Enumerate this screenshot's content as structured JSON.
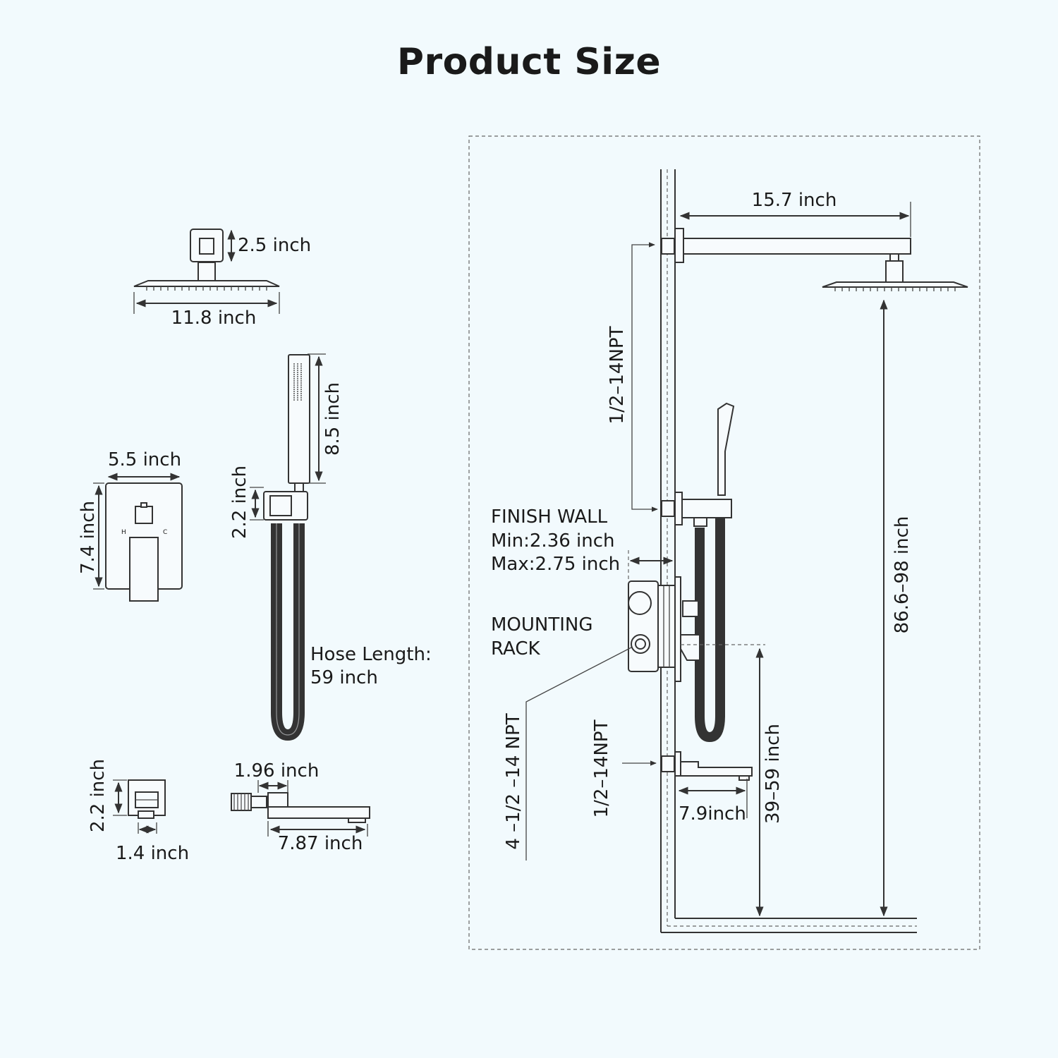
{
  "title": "Product Size",
  "shower_head": {
    "height": "2.5 inch",
    "width": "11.8 inch"
  },
  "hand_shower": {
    "length": "8.5 inch",
    "holder_height": "2.2 inch",
    "hose_label": "Hose Length:",
    "hose_value": "59 inch"
  },
  "trim_plate": {
    "width": "5.5 inch",
    "height": "7.4 inch",
    "hot_mark": "H",
    "cold_mark": "C"
  },
  "outlet_elbow": {
    "height": "2.2 inch",
    "width": "1.4 inch"
  },
  "tub_spout": {
    "inlet": "1.96 inch",
    "length": "7.87 inch"
  },
  "install": {
    "arm_length": "15.7 inch",
    "thread_upper": "1/2–14NPT",
    "thread_lower": "1/2–14NPT",
    "thread_valve": "4 –1/2 –14 NPT",
    "finish_wall_title": "FINISH WALL",
    "finish_wall_min": "Min:2.36 inch",
    "finish_wall_max": "Max:2.75 inch",
    "mounting_1": "MOUNTING",
    "mounting_2": "RACK",
    "spout_reach": "7.9inch",
    "valve_height": "39–59 inch",
    "head_height": "86.6–98 inch"
  },
  "colors": {
    "background": "#f2fafd",
    "line": "#333333",
    "text": "#1a1a1a"
  }
}
